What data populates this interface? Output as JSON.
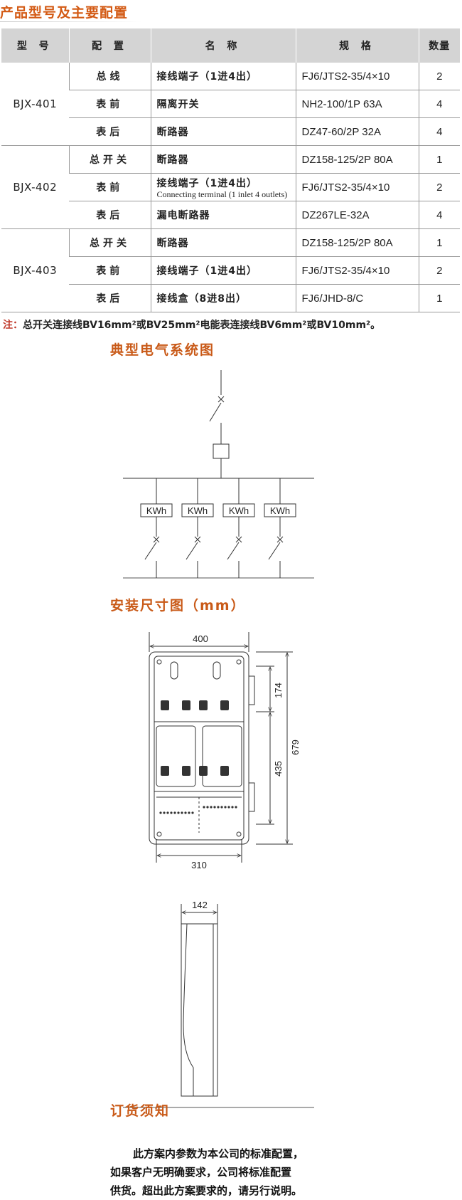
{
  "product_section": {
    "title": "产品型号及主要配置",
    "headers": {
      "model": "型 号",
      "config": "配 置",
      "name": "名 称",
      "spec": "规 格",
      "qty": "数量"
    },
    "groups": [
      {
        "model": "BJX-401",
        "rows": [
          {
            "config": "总线",
            "name": "接线端子（1进4出）",
            "name_en": "",
            "spec": "FJ6/JTS2-35/4×10",
            "qty": "2"
          },
          {
            "config": "表前",
            "name": "隔离开关",
            "name_en": "",
            "spec": "NH2-100/1P 63A",
            "qty": "4"
          },
          {
            "config": "表后",
            "name": "断路器",
            "name_en": "",
            "spec": "DZ47-60/2P 32A",
            "qty": "4"
          }
        ]
      },
      {
        "model": "BJX-402",
        "rows": [
          {
            "config": "总开关",
            "name": "断路器",
            "name_en": "",
            "spec": "DZ158-125/2P 80A",
            "qty": "1"
          },
          {
            "config": "表前",
            "name": "接线端子（1进4出）",
            "name_en": "Connecting terminal (1 inlet 4 outlets)",
            "spec": "FJ6/JTS2-35/4×10",
            "qty": "2"
          },
          {
            "config": "表后",
            "name": "漏电断路器",
            "name_en": "",
            "spec": "DZ267LE-32A",
            "qty": "4"
          }
        ]
      },
      {
        "model": "BJX-403",
        "rows": [
          {
            "config": "总开关",
            "name": "断路器",
            "name_en": "",
            "spec": "DZ158-125/2P 80A",
            "qty": "1"
          },
          {
            "config": "表前",
            "name": "接线端子（1进4出）",
            "name_en": "",
            "spec": "FJ6/JTS2-35/4×10",
            "qty": "2"
          },
          {
            "config": "表后",
            "name": "接线盒（8进8出）",
            "name_en": "",
            "spec": "FJ6/JHD-8/C",
            "qty": "1"
          }
        ]
      }
    ],
    "note_prefix": "注：",
    "note": "总开关连接线BV16mm²或BV25mm²电能表连接线BV6mm²或BV10mm²。"
  },
  "system_diagram": {
    "title": "典型电气系统图",
    "meter_label": "KWh",
    "meter_count": 4
  },
  "dimension_diagram": {
    "title": "安装尺寸图（mm）",
    "dims": {
      "width_top": "400",
      "width_bottom": "310",
      "height_total": "679",
      "height_upper": "174",
      "height_lower": "435",
      "depth": "142"
    }
  },
  "order_notice": {
    "title": "订货须知",
    "lines": [
      "此方案内参数为本公司的标准配置，",
      "如果客户无明确要求，公司将标准配置",
      "供货。超出此方案要求的，请另行说明。"
    ]
  }
}
